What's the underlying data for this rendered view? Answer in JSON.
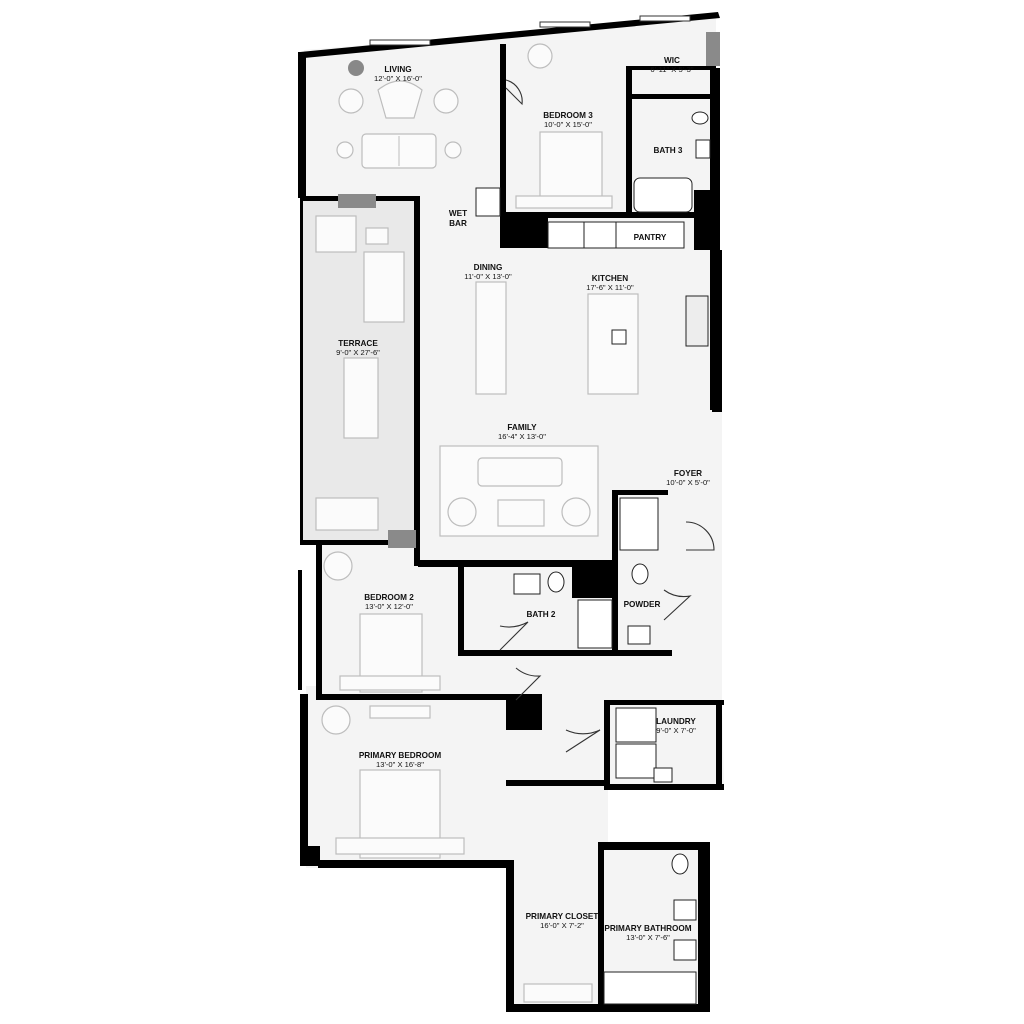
{
  "rooms": [
    {
      "key": "living",
      "name": "LIVING",
      "dims": "12'-0\" X 16'-0\""
    },
    {
      "key": "bedroom3",
      "name": "BEDROOM 3",
      "dims": "10'-0\" X 15'-0\""
    },
    {
      "key": "wic",
      "name": "WIC",
      "dims": "6'-11\" X 5'-3\""
    },
    {
      "key": "bath3",
      "name": "BATH 3",
      "dims": ""
    },
    {
      "key": "wetbar",
      "name": "WET",
      "name2": "BAR",
      "dims": ""
    },
    {
      "key": "pantry",
      "name": "PANTRY",
      "dims": ""
    },
    {
      "key": "dining",
      "name": "DINING",
      "dims": "11'-0\" X 13'-0\""
    },
    {
      "key": "kitchen",
      "name": "KITCHEN",
      "dims": "17'-6\" X 11'-0\""
    },
    {
      "key": "terrace",
      "name": "TERRACE",
      "dims": "9'-0\" X 27'-6\""
    },
    {
      "key": "family",
      "name": "FAMILY",
      "dims": "16'-4\" X 13'-0\""
    },
    {
      "key": "foyer",
      "name": "FOYER",
      "dims": "10'-0\" X 5'-0\""
    },
    {
      "key": "bedroom2",
      "name": "BEDROOM 2",
      "dims": "13'-0\" X 12'-0\""
    },
    {
      "key": "bath2",
      "name": "BATH 2",
      "dims": ""
    },
    {
      "key": "powder",
      "name": "POWDER",
      "dims": ""
    },
    {
      "key": "laundry",
      "name": "LAUNDRY",
      "dims": "9'-0\" X 7'-0\""
    },
    {
      "key": "primary_bedroom",
      "name": "PRIMARY BEDROOM",
      "dims": "13'-0\" X 16'-8\""
    },
    {
      "key": "primary_closet",
      "name": "PRIMARY CLOSET",
      "dims": "16'-0\" X 7'-2\""
    },
    {
      "key": "primary_bathroom",
      "name": "PRIMARY BATHROOM",
      "dims": "13'-0\" X 7'-6\""
    }
  ]
}
